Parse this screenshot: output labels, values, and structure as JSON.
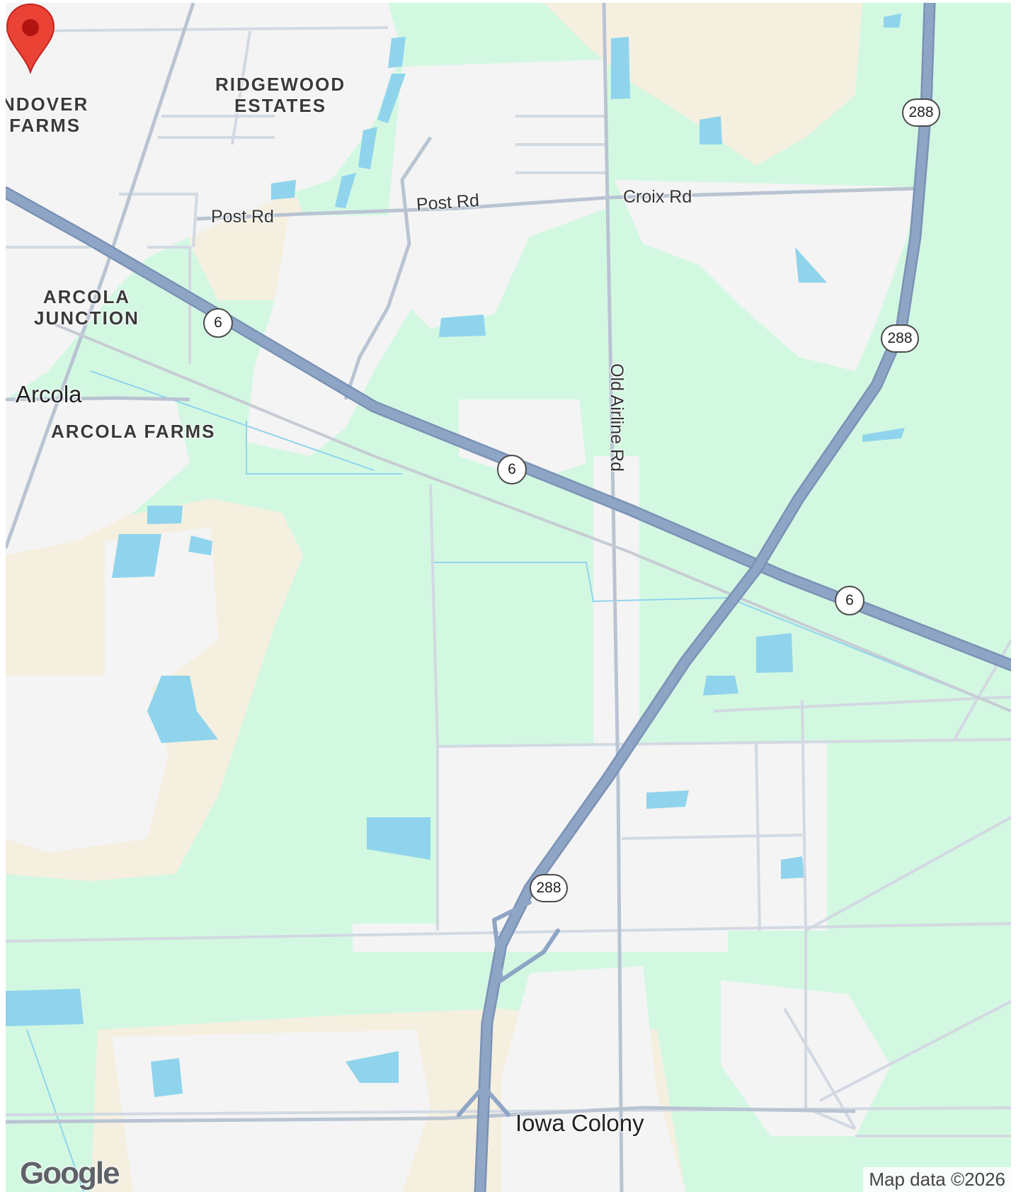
{
  "map": {
    "colors": {
      "land_green": "#d3f8e2",
      "park_green": "#c2f0d4",
      "urban_gray": "#f4f4f4",
      "sand": "#f5efe0",
      "water": "#8fd4ec",
      "highway": "#8ea5c6",
      "highway_edge": "#7a92b5",
      "minor_road": "#cfd6e0",
      "pin_red": "#ea4335",
      "pin_dark": "#b31412"
    },
    "places": {
      "andover_farms": "NDOVER\nFARMS",
      "ridgewood_estates": "RIDGEWOOD\nESTATES",
      "arcola_junction": "ARCOLA\nJUNCTION",
      "arcola": "Arcola",
      "arcola_farms": "ARCOLA FARMS",
      "iowa_colony": "Iowa Colony"
    },
    "roads": {
      "post_rd_west": "Post Rd",
      "post_rd_east": "Post Rd",
      "croix_rd": "Croix Rd",
      "old_airline_rd": "Old Airline Rd"
    },
    "shields": {
      "us6_a": "6",
      "us6_b": "6",
      "us6_c": "6",
      "sh288_a": "288",
      "sh288_b": "288",
      "sh288_c": "288"
    },
    "marker": {
      "icon": "map-pin-icon"
    },
    "logo": "Google",
    "attribution": "Map data ©2026"
  }
}
